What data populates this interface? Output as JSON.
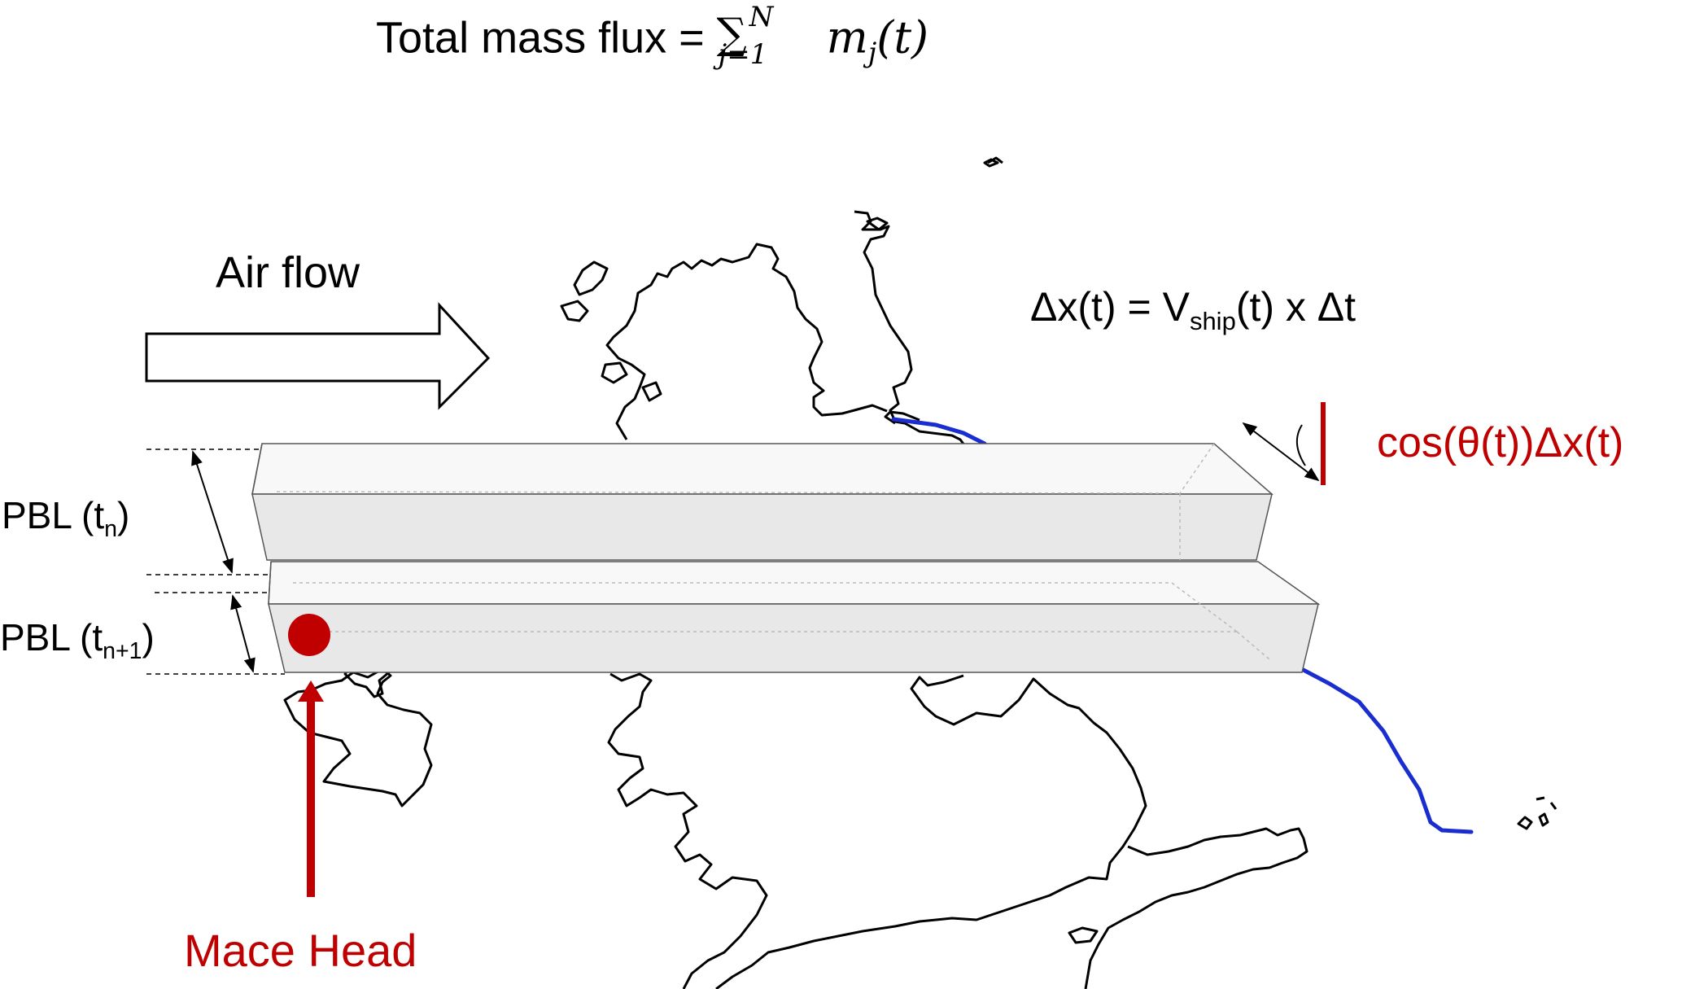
{
  "title": {
    "text": "Total mass flux = ",
    "sum_symbol": "∑",
    "sum_upper": "N",
    "sum_lower": "j=1",
    "summand": "m",
    "summand_sub": "j",
    "summand_arg": "(t)"
  },
  "air_flow_label": "Air flow",
  "dx_equation": {
    "lhs": "Δx(t) = V",
    "sub": "ship",
    "rhs": "(t) x Δt"
  },
  "cos_label": "cos(θ(t))Δx(t)",
  "pbl_tn": {
    "text": "PBL (t",
    "sub": "n",
    "close": ")"
  },
  "pbl_tn1": {
    "text": "PBL (t",
    "sub": "n+1",
    "close": ")"
  },
  "station_label": "Mace Head",
  "colors": {
    "accent_red": "#c00000",
    "ship_track_blue": "#1a2ed0",
    "box_fill": "#e8e8e8",
    "box_top_fill": "#f8f8f8",
    "outline": "#000000"
  }
}
